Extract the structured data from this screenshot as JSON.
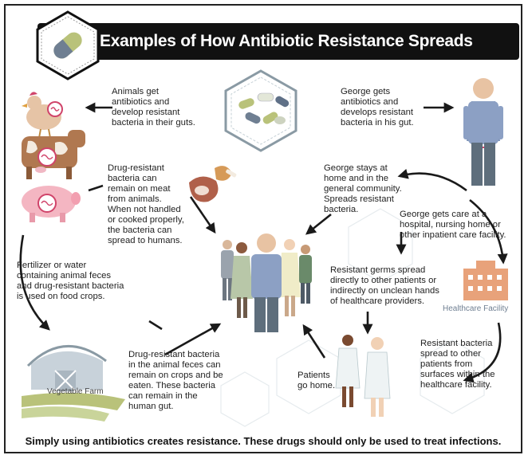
{
  "title": "Examples of How Antibiotic Resistance Spreads",
  "steps": {
    "animals": [
      "Animals get",
      "antibiotics and",
      "develop resistant",
      "bacteria in their guts."
    ],
    "george_gets": [
      "George gets",
      "antibiotics and",
      "develops resistant",
      "bacteria in his gut."
    ],
    "meat": [
      "Drug-resistant",
      "bacteria can",
      "remain on meat",
      "from animals.",
      "When not handled",
      "or cooked properly,",
      "the bacteria can",
      "spread to humans."
    ],
    "community": [
      "George stays at",
      "home and in the",
      "general community.",
      "Spreads resistant",
      "bacteria."
    ],
    "care": [
      "George gets care at a",
      "hospital, nursing home or",
      "other inpatient care facility."
    ],
    "fertilizer": [
      "Fertilizer or water",
      "containing animal feces",
      "and drug-resistant bacteria",
      "is used on food crops."
    ],
    "germs_spread": [
      "Resistant germs spread",
      "directly to other patients or",
      "indirectly on unclean hands",
      "of healthcare providers."
    ],
    "crops": [
      "Drug-resistant bacteria",
      "in the animal feces can",
      "remain on crops and be",
      "eaten. These bacteria",
      "can remain in the",
      "human gut."
    ],
    "patients_home": [
      "Patients",
      "go home."
    ],
    "surfaces": [
      "Resistant bacteria",
      "spread to other",
      "patients from",
      "surfaces within the",
      "healthcare facility."
    ]
  },
  "labels": {
    "vegetable_farm": "Vegetable Farm",
    "healthcare_facility": "Healthcare Facility"
  },
  "footer": "Simply using antibiotics creates resistance.  These drugs should only be used to treat infections.",
  "colors": {
    "banner": "#111111",
    "arrow": "#1a1a1a",
    "bacteria": "#d0446a",
    "facility": "#e8a27a",
    "pill_green": "#b9c27a",
    "hex_outline": "#8a9aa4"
  }
}
